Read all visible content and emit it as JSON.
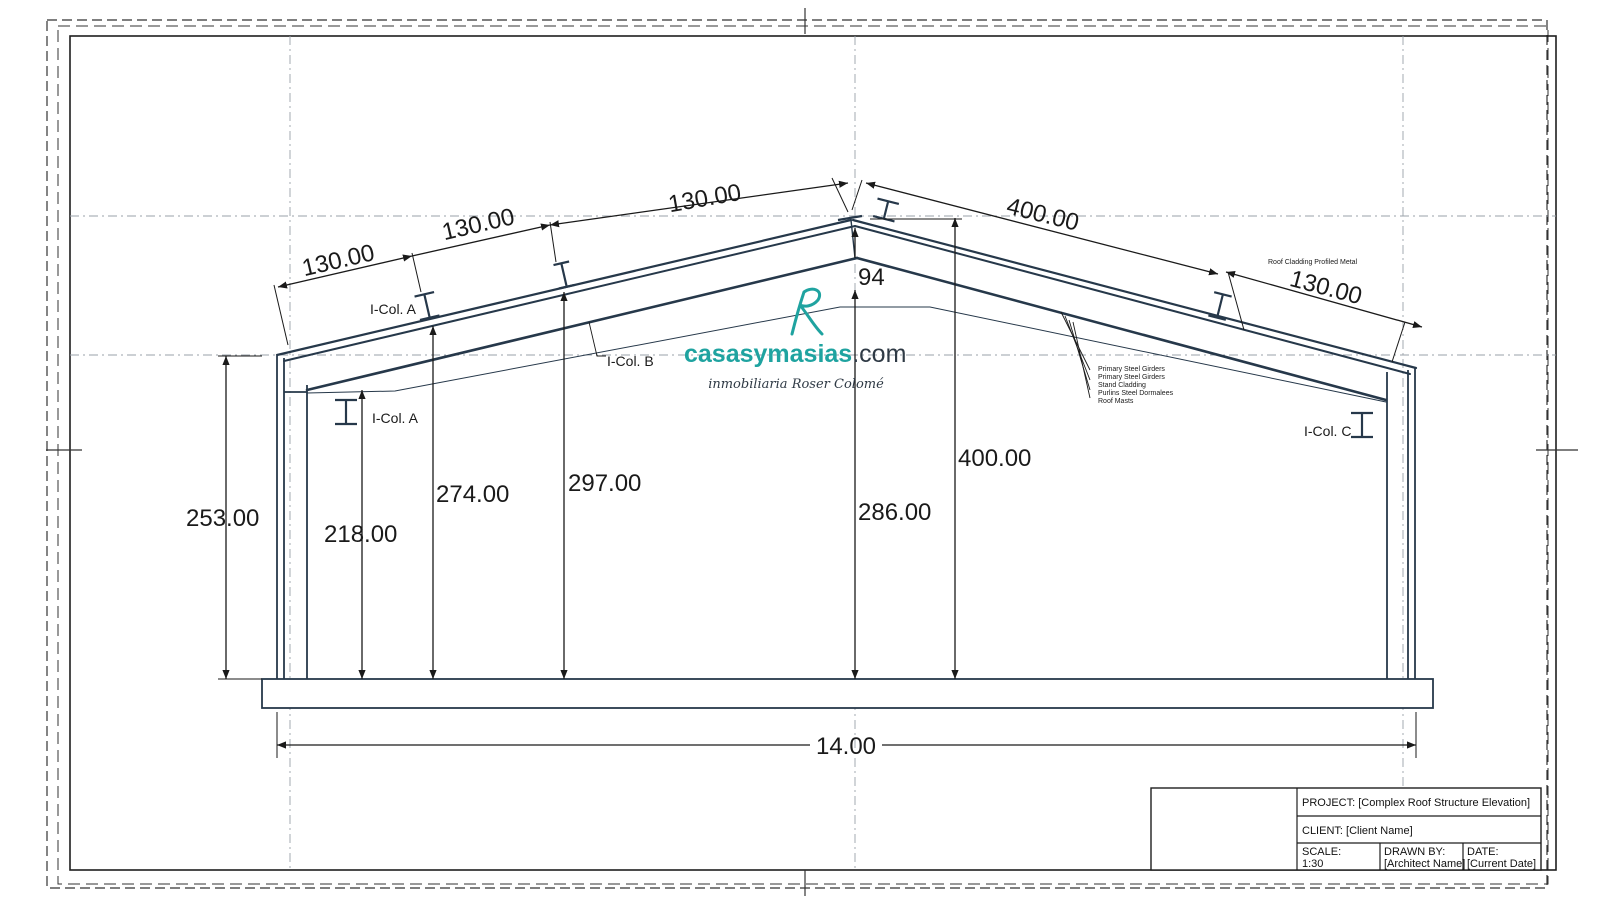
{
  "drawing": {
    "dimensions": {
      "slope_seg_1": "130.00",
      "slope_seg_2": "130.00",
      "slope_seg_3": "130.00",
      "right_slope": "400.00",
      "right_slope_end": "130.00",
      "ridge_gap": "94",
      "left_wall_height": "253.00",
      "col_a_height": "218.00",
      "purlin_1_height": "274.00",
      "purlin_2_height": "297.00",
      "ridge_inner_height": "286.00",
      "ridge_height": "400.00",
      "span": "14.00"
    },
    "labels": {
      "col_a_top": "I-Col. A",
      "col_b": "I-Col. B",
      "col_a_bottom": "I-Col. A",
      "col_c": "I-Col. C",
      "roof_cladding": "Roof Cladding Profiled Metal",
      "layer_1": "Primary Steel Girders",
      "layer_2": "Primary Steel Girders",
      "layer_3": "Stand Cladding",
      "layer_4": "Purlins Steel Dormalees",
      "layer_5": "Roof Masts"
    }
  },
  "watermark": {
    "brand_a": "casasymasias",
    "brand_b": ".com",
    "tagline": "inmobiliaria Roser Colomé",
    "accent": "#1fa3a0"
  },
  "title_block": {
    "project": "PROJECT: [Complex Roof Structure Elevation]",
    "client": "CLIENT: [Client Name]",
    "scale_label": "SCALE:",
    "scale_value": "1:30",
    "drawn_label": "DRAWN BY:",
    "drawn_value": "[Architect Name]",
    "date_label": "DATE:",
    "date_value": "[Current Date]"
  }
}
